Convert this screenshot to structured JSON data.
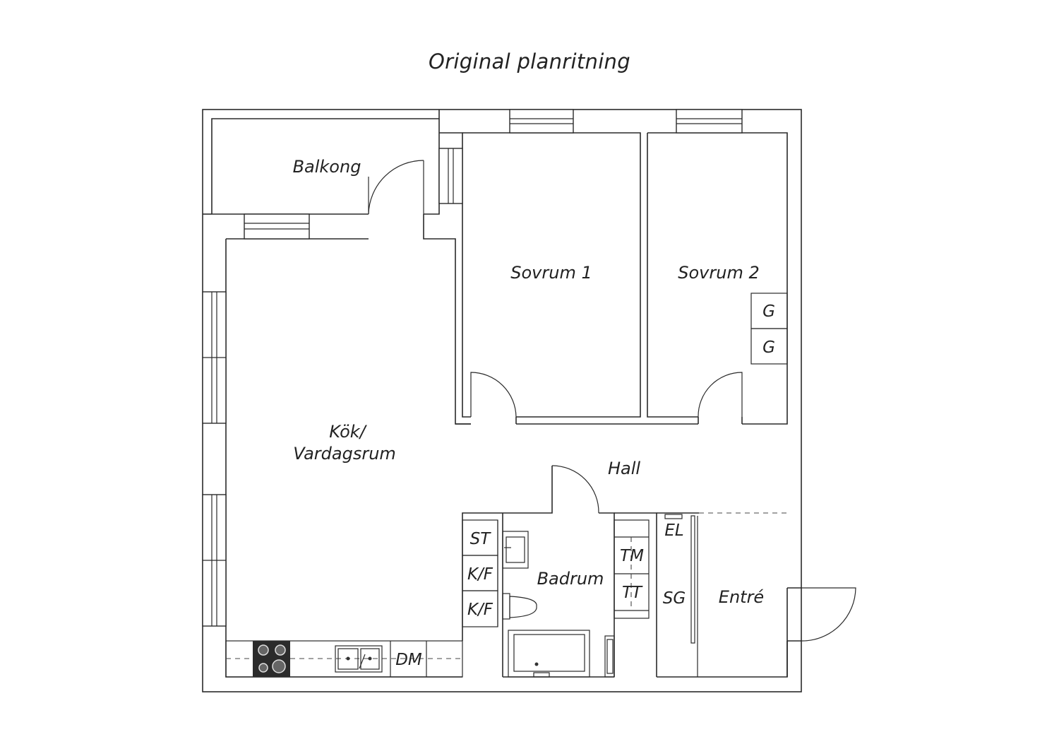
{
  "title": "Original planritning",
  "rooms": {
    "balcony": "Balkong",
    "bedroom1": "Sovrum 1",
    "bedroom2": "Sovrum 2",
    "kitchen_line1": "Kök/",
    "kitchen_line2": "Vardagsrum",
    "hall": "Hall",
    "bathroom": "Badrum",
    "entrance": "Entré"
  },
  "fixtures": {
    "wardrobe_1": "G",
    "wardrobe_2": "G",
    "storage": "ST",
    "fridge_freezer_1": "K/F",
    "fridge_freezer_2": "K/F",
    "dishwasher": "DM",
    "electrical": "EL",
    "washer": "TM",
    "dryer": "TT",
    "sliding_wardrobe": "SG"
  }
}
